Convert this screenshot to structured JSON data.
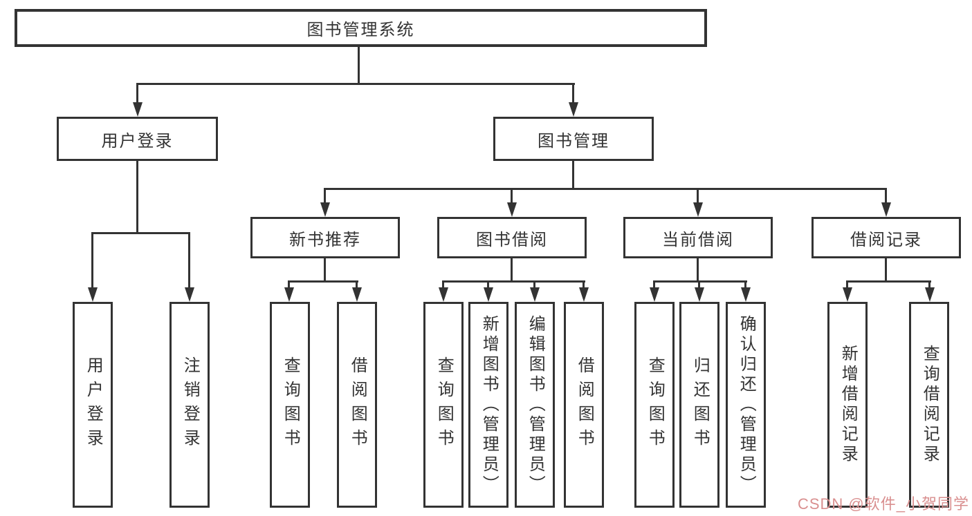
{
  "tree": {
    "root": {
      "label": "图书管理系统",
      "children": [
        {
          "label": "用户登录",
          "children": [
            {
              "label": "用户登录"
            },
            {
              "label": "注销登录"
            }
          ]
        },
        {
          "label": "图书管理",
          "children": [
            {
              "label": "新书推荐",
              "children": [
                {
                  "label": "查询图书"
                },
                {
                  "label": "借阅图书"
                }
              ]
            },
            {
              "label": "图书借阅",
              "children": [
                {
                  "label": "查询图书"
                },
                {
                  "label": "新增图书（管理员）"
                },
                {
                  "label": "编辑图书（管理员）"
                },
                {
                  "label": "借阅图书"
                }
              ]
            },
            {
              "label": "当前借阅",
              "children": [
                {
                  "label": "查询图书"
                },
                {
                  "label": "归还图书"
                },
                {
                  "label": "确认归还（管理员）"
                }
              ]
            },
            {
              "label": "借阅记录",
              "children": [
                {
                  "label": "新增借阅记录"
                },
                {
                  "label": "查询借阅记录"
                }
              ]
            }
          ]
        }
      ]
    }
  },
  "watermark": {
    "text": "CSDN @软件_小贺同学"
  },
  "colors": {
    "line": "#333333",
    "ink": "#333333",
    "watermark": "#d98f8f"
  }
}
